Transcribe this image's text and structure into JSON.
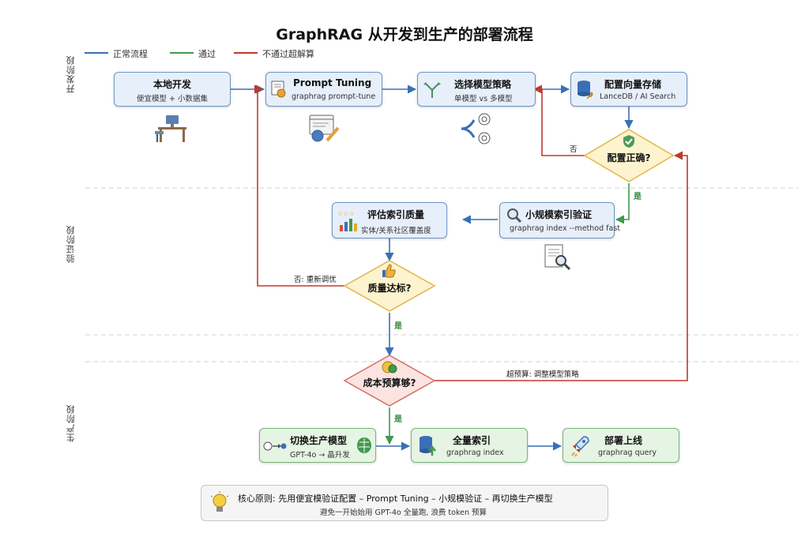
{
  "title": "GraphRAG 从开发到生产的部署流程",
  "legend": [
    {
      "label": "正常流程",
      "color": "#3a6fb7"
    },
    {
      "label": "通过",
      "color": "#3f9a4b"
    },
    {
      "label": "不通过超解算",
      "color": "#c0392b"
    }
  ],
  "stages": {
    "dev": "开发阶段",
    "verify": "验证阶段",
    "prod": "生产阶段"
  },
  "nodes": {
    "local_dev": {
      "title": "本地开发",
      "sub": "便宜模型 + 小数据集"
    },
    "prompt_tuning": {
      "title": "Prompt Tuning",
      "sub": "graphrag prompt-tune"
    },
    "model_strategy": {
      "title": "选择模型策略",
      "sub": "单模型 vs 多模型"
    },
    "vector_store": {
      "title": "配置向量存储",
      "sub": "LanceDB / AI Search"
    },
    "small_index": {
      "title": "小规模索引验证",
      "sub": "graphrag index --method fast"
    },
    "eval_index": {
      "title": "评估索引质量",
      "sub": "实体/关系社区覆盖度"
    },
    "switch_model": {
      "title": "切换生产模型",
      "sub": "GPT-4o → 晶升发"
    },
    "full_index": {
      "title": "全量索引",
      "sub": "graphrag index"
    },
    "deploy": {
      "title": "部署上线",
      "sub": "graphrag query"
    }
  },
  "decisions": {
    "config_ok": "配置正确?",
    "quality_ok": "质量达标?",
    "budget_ok": "成本预算够?"
  },
  "edge_labels": {
    "config_no": "否",
    "config_yes": "是",
    "quality_no": "否: 重新调优",
    "quality_yes": "是",
    "budget_over": "超预算: 调整模型策略",
    "budget_yes": "是"
  },
  "principle": {
    "line1": "核心原则: 先用便宜模验证配置 – Prompt Tuning – 小规模验证 – 再切换生产模型",
    "line2": "避免一开始始用 GPT-4o 全量跑, 浪费 token 预算"
  },
  "colors": {
    "blue": "#3a6fb7",
    "green": "#3f9a4b",
    "red": "#c0392b"
  }
}
